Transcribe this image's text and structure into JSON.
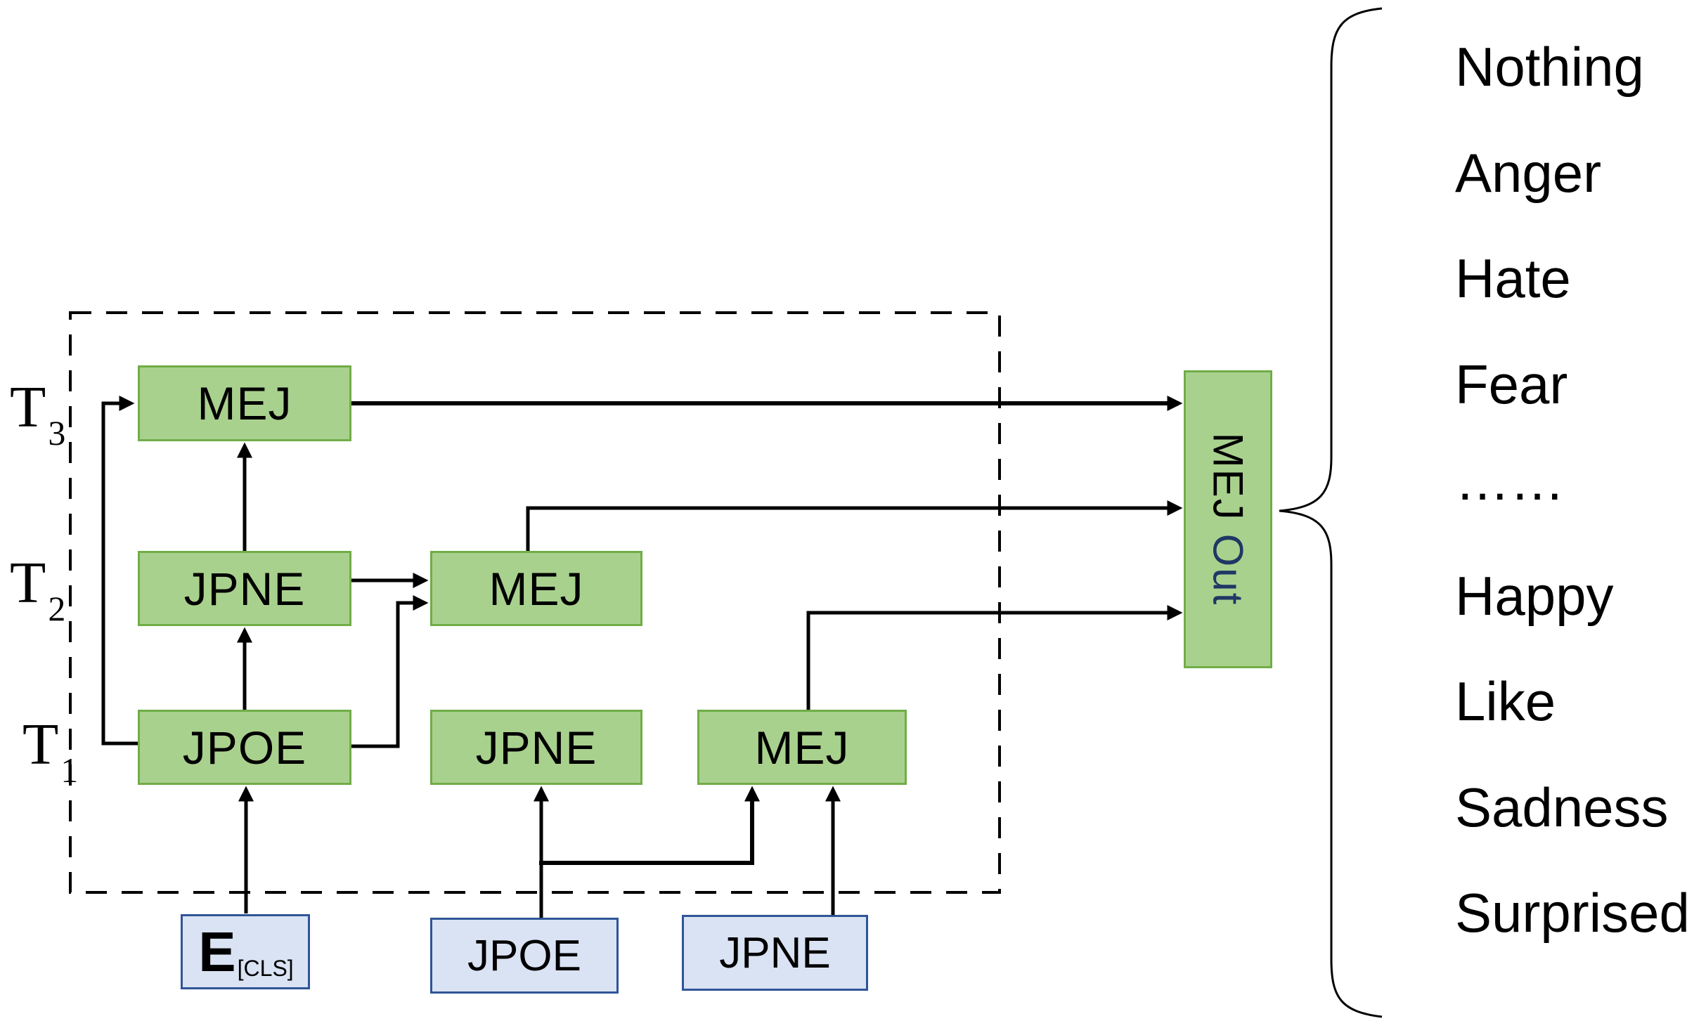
{
  "colors": {
    "node_fill": "#a9d18e",
    "node_border": "#70ad47",
    "input_fill": "#dae3f3",
    "input_border": "#2f5597",
    "out_word_color": "#1f3864",
    "line_color": "#000000"
  },
  "timesteps": [
    {
      "base": "T",
      "sub": "3"
    },
    {
      "base": "T",
      "sub": "2"
    },
    {
      "base": "T",
      "sub": "1"
    }
  ],
  "nodes": {
    "mej_t3": "MEJ",
    "jpne_t2": "JPNE",
    "jpoe_t1": "JPOE",
    "mej_mid": "MEJ",
    "jpne_bottom": "JPNE",
    "mej_right": "MEJ"
  },
  "output_node": {
    "primary": "MEJ",
    "secondary": "Out"
  },
  "inputs": {
    "cls": {
      "base": "E",
      "sub": "[CLS]"
    },
    "jpoe": "JPOE",
    "jpne": "JPNE"
  },
  "emotions": [
    "Nothing",
    "Anger",
    "Hate",
    "Fear",
    "……",
    "Happy",
    "Like",
    "Sadness",
    "Surprised"
  ]
}
